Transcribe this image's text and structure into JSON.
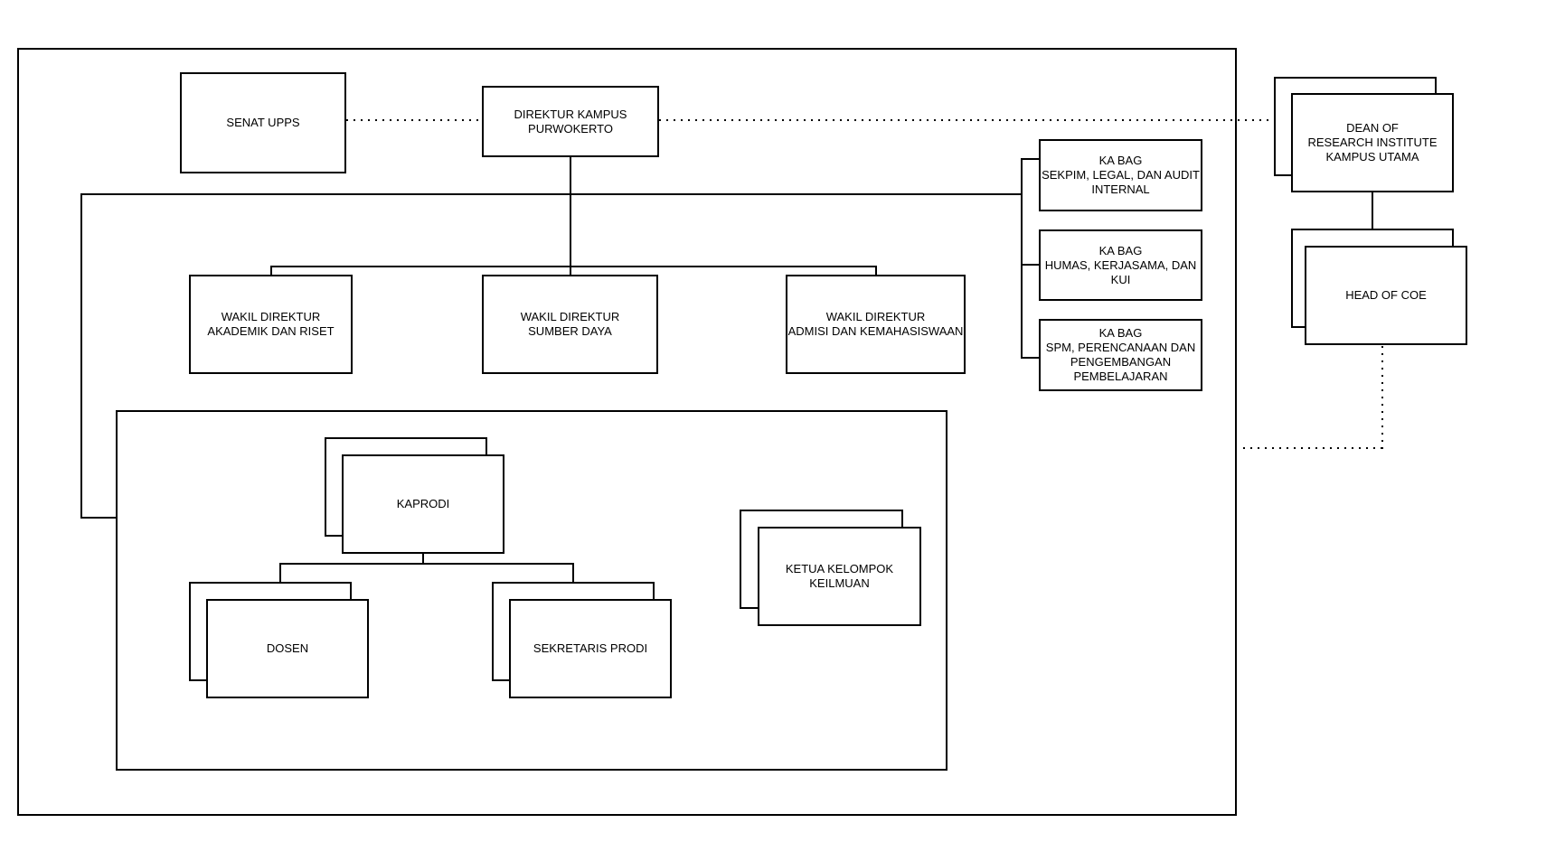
{
  "diagram": {
    "type": "org-chart",
    "colors": {
      "background": "#ffffff",
      "box_fill": "#ffffff",
      "line": "#000000",
      "text": "#000000"
    },
    "nodes": {
      "senat": {
        "label": "SENAT UPPS",
        "lines": [
          "SENAT UPPS"
        ],
        "stacked": false
      },
      "direktur": {
        "label": "DIREKTUR KAMPUS PURWOKERTO",
        "lines": [
          "DIREKTUR KAMPUS",
          "PURWOKERTO"
        ],
        "stacked": false
      },
      "wakil_akademik": {
        "label": "WAKIL DIREKTUR AKADEMIK DAN RISET",
        "lines": [
          "WAKIL DIREKTUR",
          "AKADEMIK DAN RISET"
        ],
        "stacked": false
      },
      "wakil_sumber": {
        "label": "WAKIL DIREKTUR SUMBER DAYA",
        "lines": [
          "WAKIL DIREKTUR",
          "SUMBER DAYA"
        ],
        "stacked": false
      },
      "wakil_admisi": {
        "label": "WAKIL DIREKTUR ADMISI DAN KEMAHASISWAAN",
        "lines": [
          "WAKIL DIREKTUR",
          "ADMISI DAN KEMAHASISWAAN"
        ],
        "stacked": false
      },
      "kabag_sekpim": {
        "label": "KA BAG SEKPIM, LEGAL, DAN AUDIT INTERNAL",
        "lines": [
          "KA BAG",
          "SEKPIM, LEGAL, DAN AUDIT",
          "INTERNAL"
        ],
        "stacked": false
      },
      "kabag_humas": {
        "label": "KA BAG HUMAS, KERJASAMA, DAN KUI",
        "lines": [
          "KA BAG",
          "HUMAS, KERJASAMA, DAN",
          "KUI"
        ],
        "stacked": false
      },
      "kabag_spm": {
        "label": "KA BAG SPM, PERENCANAAN DAN PENGEMBANGAN PEMBELAJARAN",
        "lines": [
          "KA BAG",
          "SPM, PERENCANAAN DAN",
          "PENGEMBANGAN",
          "PEMBELAJARAN"
        ],
        "stacked": false
      },
      "kaprodi": {
        "label": "KAPRODI",
        "lines": [
          "KAPRODI"
        ],
        "stacked": true
      },
      "dosen": {
        "label": "DOSEN",
        "lines": [
          "DOSEN"
        ],
        "stacked": true
      },
      "sekretaris": {
        "label": "SEKRETARIS PRODI",
        "lines": [
          "SEKRETARIS PRODI"
        ],
        "stacked": true
      },
      "ketua": {
        "label": "KETUA KELOMPOK KEILMUAN",
        "lines": [
          "KETUA KELOMPOK",
          "KEILMUAN"
        ],
        "stacked": true
      },
      "dean": {
        "label": "DEAN OF RESEARCH INSTITUTE KAMPUS UTAMA",
        "lines": [
          "DEAN OF",
          "RESEARCH INSTITUTE",
          "KAMPUS UTAMA"
        ],
        "stacked": true
      },
      "head_coe": {
        "label": "HEAD OF COE",
        "lines": [
          "HEAD OF COE"
        ],
        "stacked": true
      }
    },
    "containers": [
      {
        "id": "main-frame",
        "note": "large outer rectangle enclosing campus structure"
      },
      {
        "id": "prodi-group-frame",
        "note": "inner rectangle grouping KAPRODI, DOSEN, SEKRETARIS PRODI, KETUA KELOMPOK KEILMUAN"
      }
    ],
    "edges": [
      {
        "from": "SENAT UPPS",
        "to": "DIREKTUR KAMPUS PURWOKERTO",
        "style": "dotted"
      },
      {
        "from": "DIREKTUR KAMPUS PURWOKERTO",
        "to": "DEAN OF RESEARCH INSTITUTE KAMPUS UTAMA",
        "style": "dotted"
      },
      {
        "from": "DIREKTUR KAMPUS PURWOKERTO",
        "to": "WAKIL DIREKTUR AKADEMIK DAN RISET",
        "style": "solid"
      },
      {
        "from": "DIREKTUR KAMPUS PURWOKERTO",
        "to": "WAKIL DIREKTUR SUMBER DAYA",
        "style": "solid"
      },
      {
        "from": "DIREKTUR KAMPUS PURWOKERTO",
        "to": "WAKIL DIREKTUR ADMISI DAN KEMAHASISWAAN",
        "style": "solid"
      },
      {
        "from": "DIREKTUR KAMPUS PURWOKERTO",
        "to": "KA BAG SEKPIM, LEGAL, DAN AUDIT INTERNAL",
        "style": "solid"
      },
      {
        "from": "DIREKTUR KAMPUS PURWOKERTO",
        "to": "KA BAG HUMAS, KERJASAMA, DAN KUI",
        "style": "solid"
      },
      {
        "from": "DIREKTUR KAMPUS PURWOKERTO",
        "to": "KA BAG SPM, PERENCANAAN DAN PENGEMBANGAN PEMBELAJARAN",
        "style": "solid"
      },
      {
        "from": "DIREKTUR KAMPUS PURWOKERTO",
        "to": "prodi-group-frame",
        "style": "solid"
      },
      {
        "from": "KAPRODI",
        "to": "DOSEN",
        "style": "solid"
      },
      {
        "from": "KAPRODI",
        "to": "SEKRETARIS PRODI",
        "style": "solid"
      },
      {
        "from": "DEAN OF RESEARCH INSTITUTE KAMPUS UTAMA",
        "to": "HEAD OF COE",
        "style": "solid"
      },
      {
        "from": "HEAD OF COE",
        "to": "main-frame",
        "style": "dotted"
      }
    ]
  }
}
